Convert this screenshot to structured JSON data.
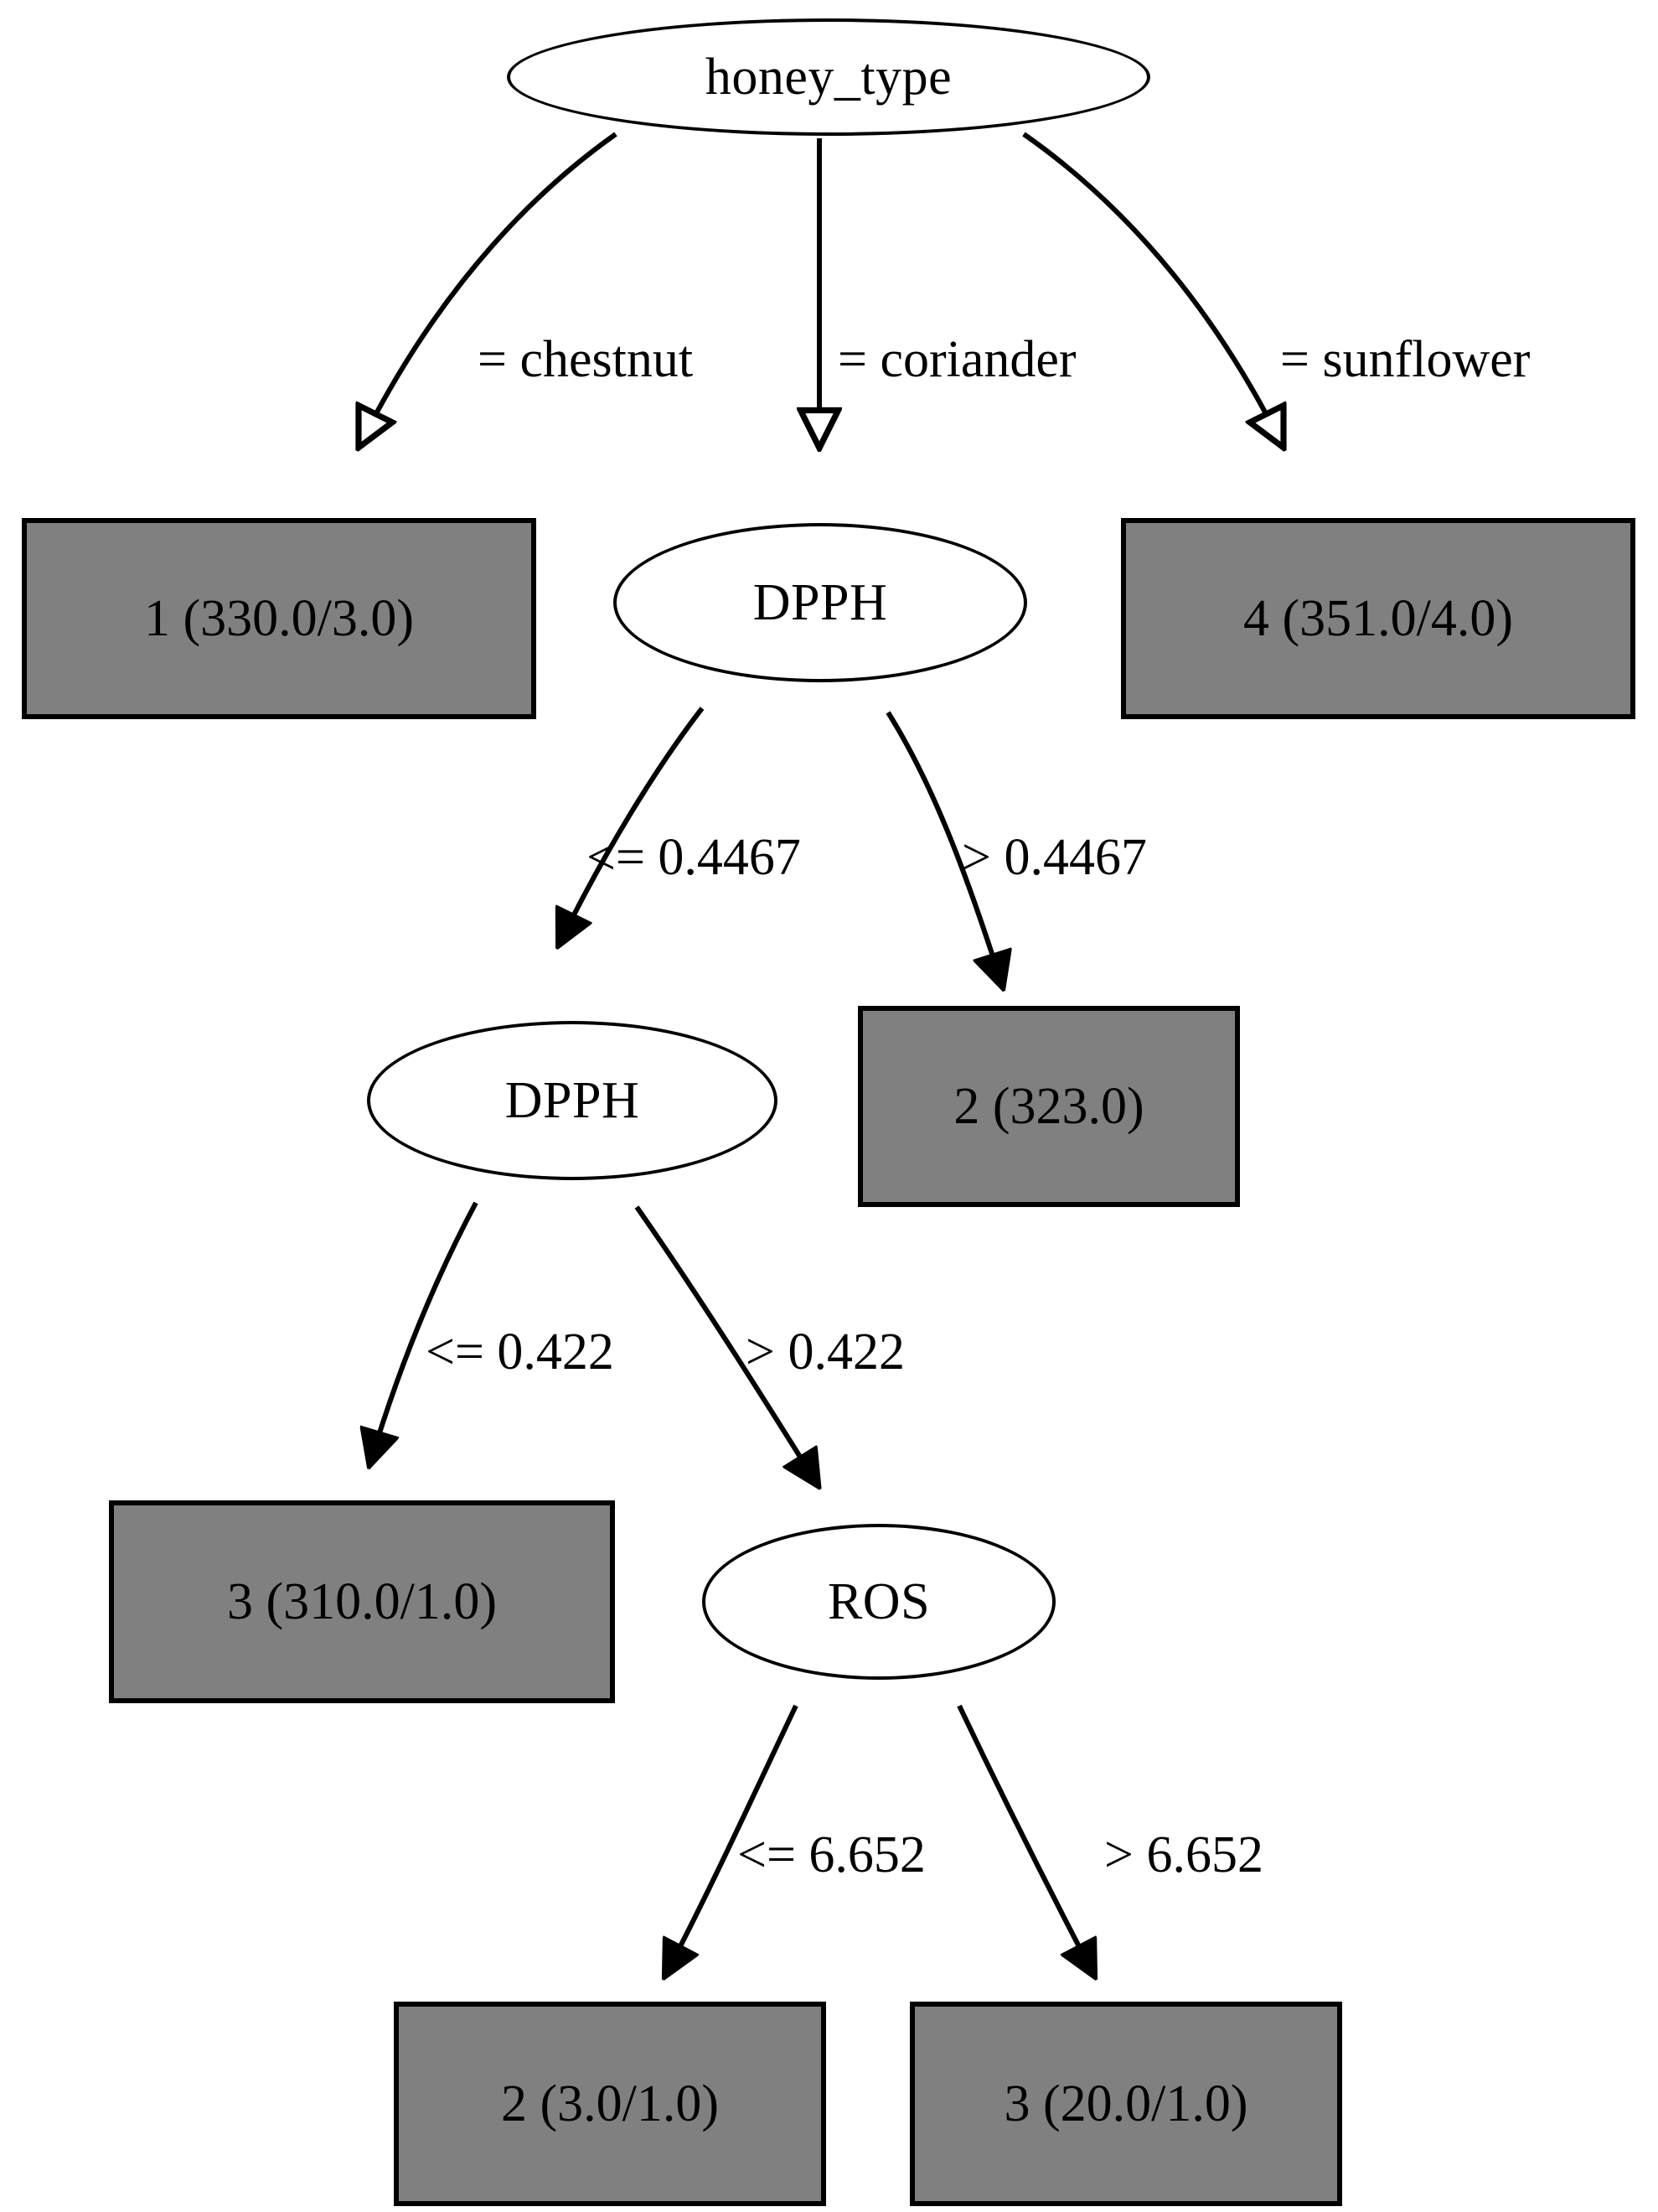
{
  "diagram": {
    "type": "decision-tree",
    "title": "honey_type decision tree",
    "colors": {
      "leaf_fill": "#808080",
      "internal_fill": "#ffffff",
      "stroke": "#000000",
      "background": "#ffffff"
    }
  },
  "nodes": {
    "root": {
      "label": "honey_type",
      "kind": "internal"
    },
    "leaf_chestnut": {
      "label": "1 (330.0/3.0)",
      "kind": "leaf",
      "class": "1",
      "n": 330.0,
      "errors": 3.0
    },
    "dpph_1": {
      "label": "DPPH",
      "kind": "internal"
    },
    "leaf_sunflower": {
      "label": "4 (351.0/4.0)",
      "kind": "leaf",
      "class": "4",
      "n": 351.0,
      "errors": 4.0
    },
    "dpph_2": {
      "label": "DPPH",
      "kind": "internal"
    },
    "leaf_dpph_gt": {
      "label": "2 (323.0)",
      "kind": "leaf",
      "class": "2",
      "n": 323.0,
      "errors": 0.0
    },
    "leaf_dpph2_le": {
      "label": "3 (310.0/1.0)",
      "kind": "leaf",
      "class": "3",
      "n": 310.0,
      "errors": 1.0
    },
    "ros": {
      "label": "ROS",
      "kind": "internal"
    },
    "leaf_ros_le": {
      "label": "2 (3.0/1.0)",
      "kind": "leaf",
      "class": "2",
      "n": 3.0,
      "errors": 1.0
    },
    "leaf_ros_gt": {
      "label": "3 (20.0/1.0)",
      "kind": "leaf",
      "class": "3",
      "n": 20.0,
      "errors": 1.0
    }
  },
  "edges": [
    {
      "id": "e1",
      "from": "root",
      "to": "leaf_chestnut",
      "label": "= chestnut",
      "arrow": "hollow"
    },
    {
      "id": "e2",
      "from": "root",
      "to": "dpph_1",
      "label": "= coriander",
      "arrow": "hollow"
    },
    {
      "id": "e3",
      "from": "root",
      "to": "leaf_sunflower",
      "label": "= sunflower",
      "arrow": "hollow"
    },
    {
      "id": "e4",
      "from": "dpph_1",
      "to": "dpph_2",
      "label": "<= 0.4467",
      "arrow": "filled"
    },
    {
      "id": "e5",
      "from": "dpph_1",
      "to": "leaf_dpph_gt",
      "label": "> 0.4467",
      "arrow": "filled"
    },
    {
      "id": "e6",
      "from": "dpph_2",
      "to": "leaf_dpph2_le",
      "label": "<= 0.422",
      "arrow": "filled"
    },
    {
      "id": "e7",
      "from": "dpph_2",
      "to": "ros",
      "label": "> 0.422",
      "arrow": "filled"
    },
    {
      "id": "e8",
      "from": "ros",
      "to": "leaf_ros_le",
      "label": "<= 6.652",
      "arrow": "filled"
    },
    {
      "id": "e9",
      "from": "ros",
      "to": "leaf_ros_gt",
      "label": "> 6.652",
      "arrow": "filled"
    }
  ]
}
